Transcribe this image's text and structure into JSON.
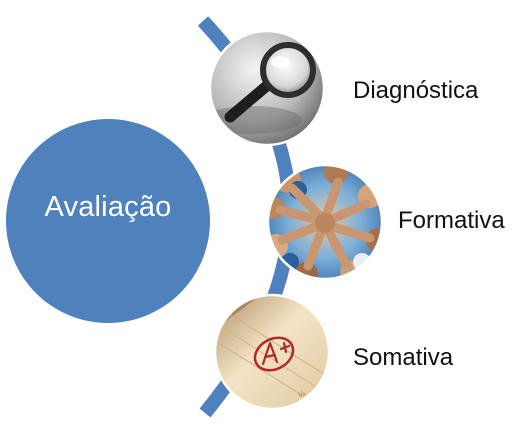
{
  "diagram": {
    "center": {
      "label": "Avaliação",
      "fill": "#4F81BD"
    },
    "connector_color": "#4F81BD",
    "items": [
      {
        "label": "Diagnóstica",
        "icon": "magnifying-glass-icon"
      },
      {
        "label": "Formativa",
        "icon": "team-hands-icon"
      },
      {
        "label": "Somativa",
        "icon": "graded-paper-icon"
      }
    ]
  }
}
